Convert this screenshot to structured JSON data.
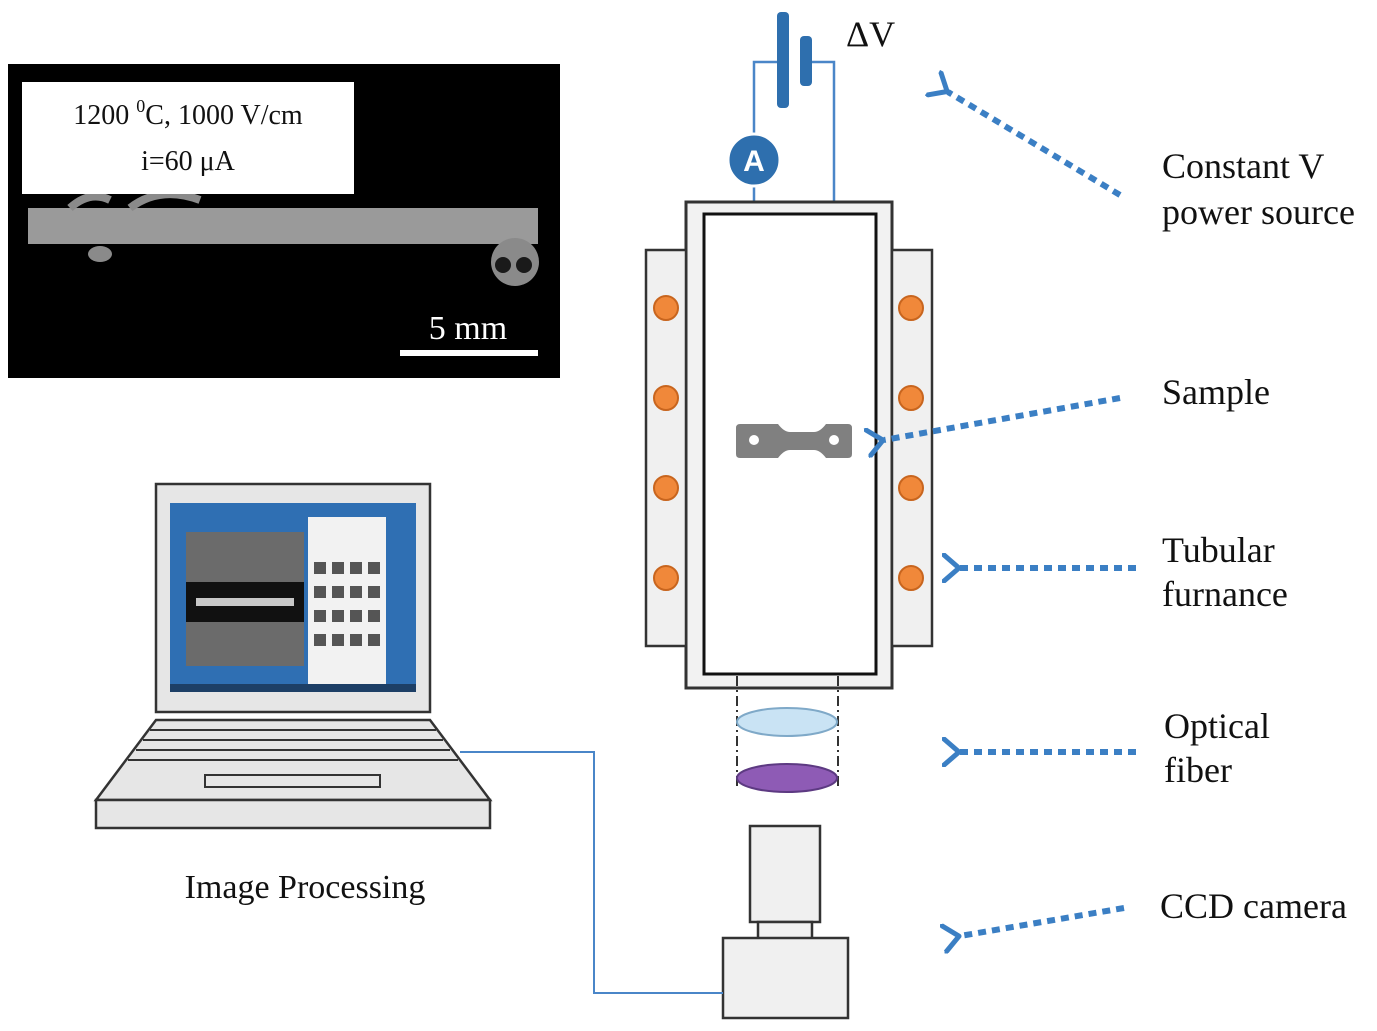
{
  "inset": {
    "condition_line1_prefix": "1200 ",
    "condition_line1_sup": "0",
    "condition_line1_suffix": "C, 1000 V/cm",
    "condition_line2": "i=60 μA",
    "scale_bar_label": "5 mm"
  },
  "power": {
    "voltage_label": "ΔV",
    "ammeter_label": "A"
  },
  "labels": {
    "power_source_line1": "Constant V",
    "power_source_line2": "power source",
    "sample": "Sample",
    "furnace_line1": "Tubular",
    "furnace_line2": "furnance",
    "fiber_line1": "Optical",
    "fiber_line2": "fiber",
    "camera": "CCD camera",
    "image_processing": "Image Processing"
  },
  "colors": {
    "arrow": "#3b7fc4",
    "wire": "#4a86c8",
    "heater": "#f0883a",
    "lens_top": "#c9e3f4",
    "lens_bottom": "#8e5bb5",
    "battery": "#2e6fae"
  }
}
